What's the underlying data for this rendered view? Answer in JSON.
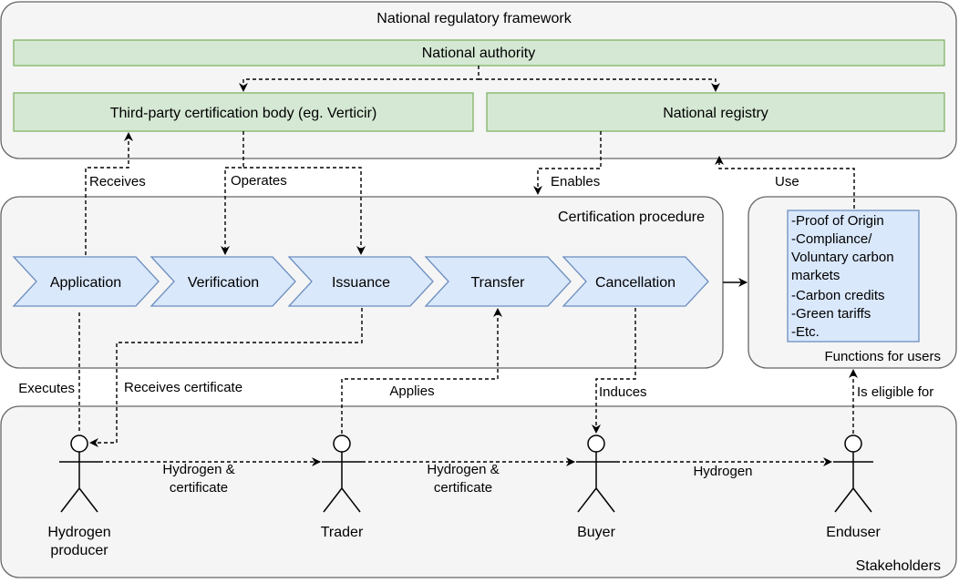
{
  "national_framework": {
    "title": "National regulatory framework",
    "authority": "National authority",
    "certification_body": "Third-party certification body (eg. Verticir)",
    "registry": "National registry"
  },
  "certification_procedure": {
    "title": "Certification procedure",
    "steps": [
      "Application",
      "Verification",
      "Issuance",
      "Transfer",
      "Cancellation"
    ]
  },
  "functions": {
    "title": "Functions for users",
    "items": [
      "-Proof of Origin",
      "-Compliance/",
      "Voluntary carbon",
      "markets",
      "-Carbon credits",
      "-Green tariffs",
      "-Etc."
    ]
  },
  "stakeholders": {
    "title": "Stakeholders",
    "actors": [
      {
        "lines": [
          "Hydrogen",
          "producer"
        ]
      },
      {
        "lines": [
          "Trader"
        ]
      },
      {
        "lines": [
          "Buyer"
        ]
      },
      {
        "lines": [
          "Enduser"
        ]
      }
    ]
  },
  "edge_labels": {
    "receives": "Receives",
    "operates": "Operates",
    "enables": "Enables",
    "use": "Use",
    "executes": "Executes",
    "receives_certificate": "Receives certificate",
    "applies": "Applies",
    "induces": "Induces",
    "is_eligible_for": "Is eligible for",
    "flow1": [
      "Hydrogen &",
      "certificate"
    ],
    "flow2": [
      "Hydrogen &",
      "certificate"
    ],
    "flow3": [
      "Hydrogen"
    ]
  }
}
